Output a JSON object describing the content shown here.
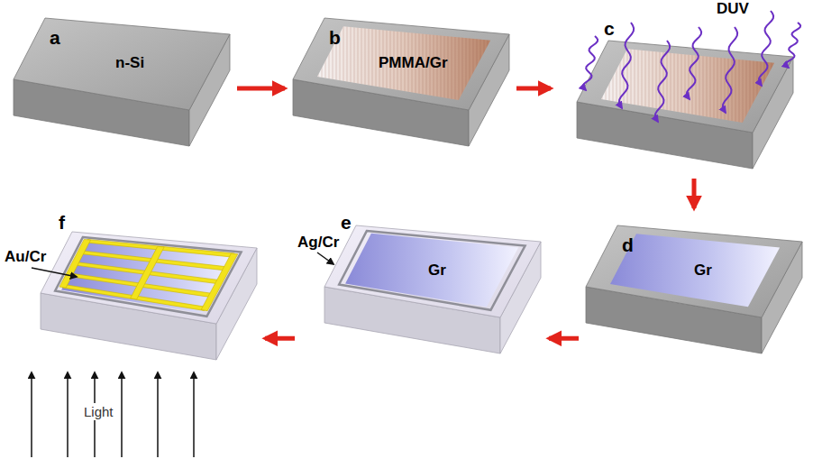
{
  "diagram": {
    "nodes": [
      {
        "text": [
          "a",
          "n-Si"
        ]
      },
      {
        "text": [
          "b",
          "PMMA/Gr"
        ]
      },
      {
        "text": [
          "c",
          "DUV"
        ]
      },
      {
        "text": [
          "d",
          "Gr"
        ]
      },
      {
        "text": [
          "e",
          "Gr",
          "Ag/Cr"
        ]
      },
      {
        "text": [
          "f",
          "Au/Cr",
          "Light"
        ]
      }
    ],
    "edges": [
      {
        "from": 0,
        "to": 1,
        "arrow": "to"
      },
      {
        "from": 1,
        "to": 2,
        "arrow": "to"
      },
      {
        "from": 2,
        "to": 3,
        "arrow": "to"
      },
      {
        "from": 3,
        "to": 4,
        "arrow": "to"
      },
      {
        "from": 4,
        "to": 5,
        "arrow": "to"
      }
    ]
  }
}
